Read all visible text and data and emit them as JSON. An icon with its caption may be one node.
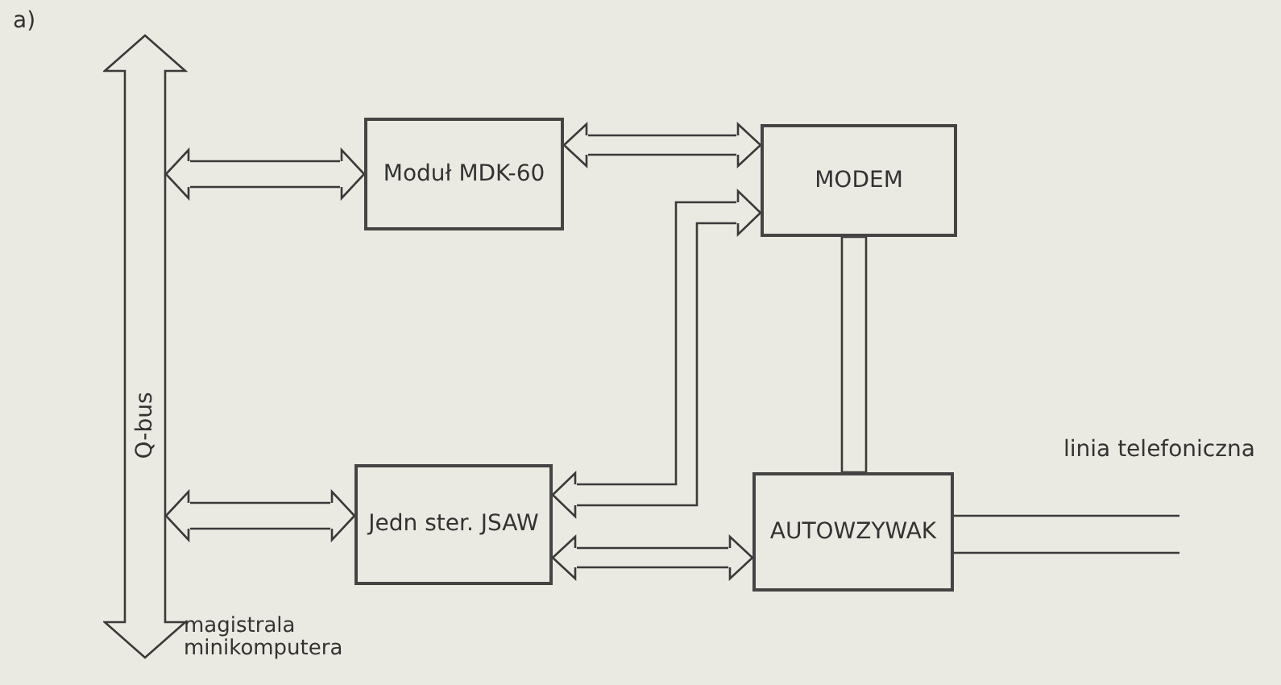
{
  "diagram": {
    "nodes": [
      {
        "text": [
          "Q-bus"
        ],
        "beside": [
          "magistrala minikomputera"
        ]
      },
      {
        "text": [
          "Moduł MDK-60"
        ]
      },
      {
        "text": [
          "MODEM"
        ]
      },
      {
        "text": [
          "Jedn ster. JSAW"
        ]
      },
      {
        "text": [
          "AUTOWZYWAK"
        ]
      }
    ],
    "edges": [
      {
        "from": 0,
        "to": 1,
        "arrow": "both"
      },
      {
        "from": 1,
        "to": 2,
        "arrow": "both"
      },
      {
        "from": 3,
        "to": 2,
        "arrow": "both"
      },
      {
        "from": 3,
        "to": 4,
        "arrow": "both"
      },
      {
        "from": 2,
        "to": 4,
        "arrow": "none"
      },
      {
        "from": 0,
        "to": 3,
        "arrow": "both"
      },
      {
        "from": 4,
        "to": null,
        "arrow": "none",
        "label": "linia telefoniczna"
      },
      {
        "from": 4,
        "to": null,
        "arrow": "none"
      }
    ],
    "labels": [
      "a)"
    ]
  }
}
